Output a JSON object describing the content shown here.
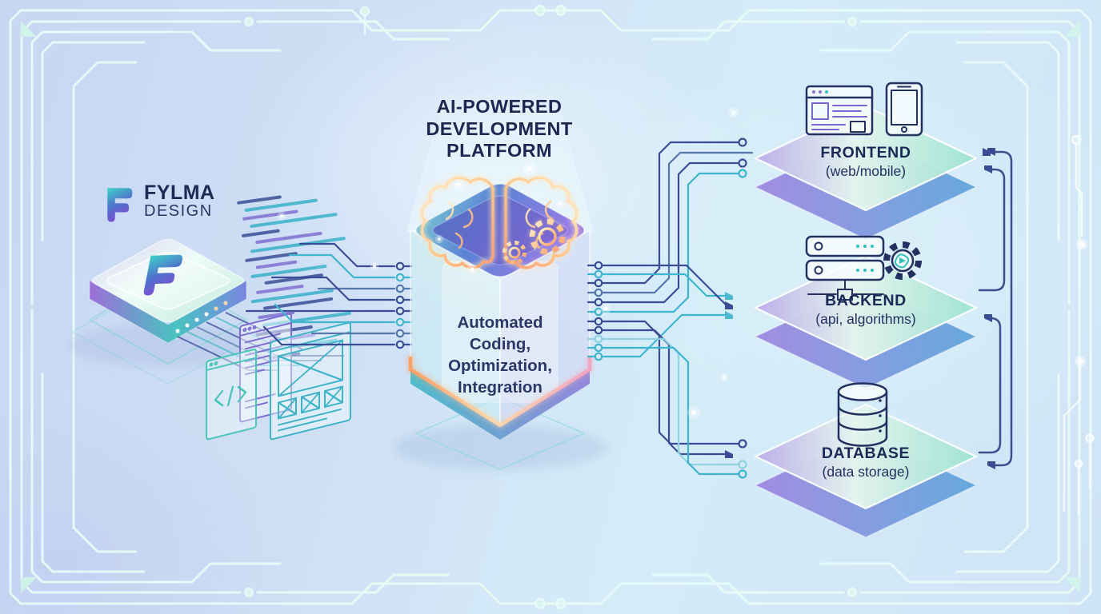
{
  "brand": {
    "logo_icon": "fylma-f-logo-icon",
    "name": "FYLMA",
    "sub": "DESIGN"
  },
  "title": {
    "lines": [
      "AI-POWERED",
      "DEVELOPMENT",
      "PLATFORM"
    ]
  },
  "platform": {
    "text": "Automated Coding, Optimization, Integration",
    "icons": [
      "brain-icon",
      "gear-icon",
      "small-gear-icon"
    ]
  },
  "nodes": [
    {
      "label": "FRONTEND",
      "sublabel": "(web/mobile)",
      "icons": [
        "browser-window-icon",
        "smartphone-icon"
      ]
    },
    {
      "label": "BACKEND",
      "sublabel": "(api, algorithms)",
      "icons": [
        "server-stack-icon",
        "algorithm-gear-icon"
      ]
    },
    {
      "label": "DATABASE",
      "sublabel": "(data storage)",
      "icons": [
        "database-cylinder-icon"
      ]
    }
  ],
  "colors": {
    "background": "#cfe0f5",
    "title_navy": "#1c2850",
    "trace_navy": "#3a4d94",
    "trace_teal": "#3fb5cd",
    "trace_steel": "#5577ad",
    "hex_purple": "#9f88e0",
    "hex_mint": "#9fe3d2",
    "neon_orange": "#ffc489",
    "circuit_mint": "#e9fdf7"
  }
}
